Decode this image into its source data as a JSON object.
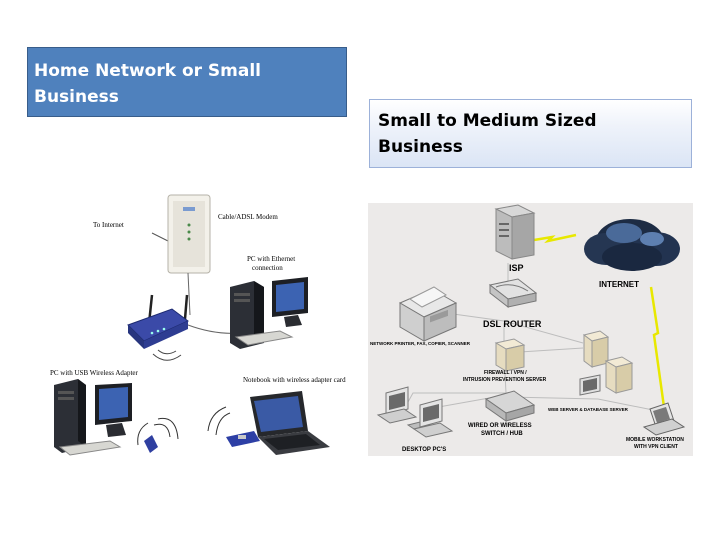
{
  "title_left": "Home Network or Small Business",
  "title_right": "Small to Medium Sized Business",
  "left_diagram": {
    "labels": {
      "to_internet": "To Internet",
      "modem": "Cable/ADSL Modem",
      "pc_ethernet_1": "PC with Ethernet",
      "pc_ethernet_2": "connection",
      "pc_usb": "PC with USB Wireless Adapter",
      "notebook": "Notebook with wireless adapter card"
    }
  },
  "right_diagram": {
    "labels": {
      "isp": "ISP",
      "internet": "INTERNET",
      "dsl_router": "DSL ROUTER",
      "printer": "NETWORK PRINTER, FAX, COPIER, SCANNER",
      "firewall_1": "FIREWALL / VPN /",
      "firewall_2": "INTRUSION PREVENTION SERVER",
      "web_server": "WEB SERVER & DATABASE SERVER",
      "switch_1": "WIRED OR WIRELESS",
      "switch_2": "SWITCH / HUB",
      "mobile_1": "MOBILE WORKSTATION",
      "mobile_2": "WITH VPN CLIENT",
      "desktop": "DESKTOP PC'S"
    }
  },
  "colors": {
    "title_left_bg": "#4f81bd",
    "title_right_border": "#9cb1d9",
    "diagram_bg": "#eceae9",
    "lightning": "#e8e800"
  }
}
